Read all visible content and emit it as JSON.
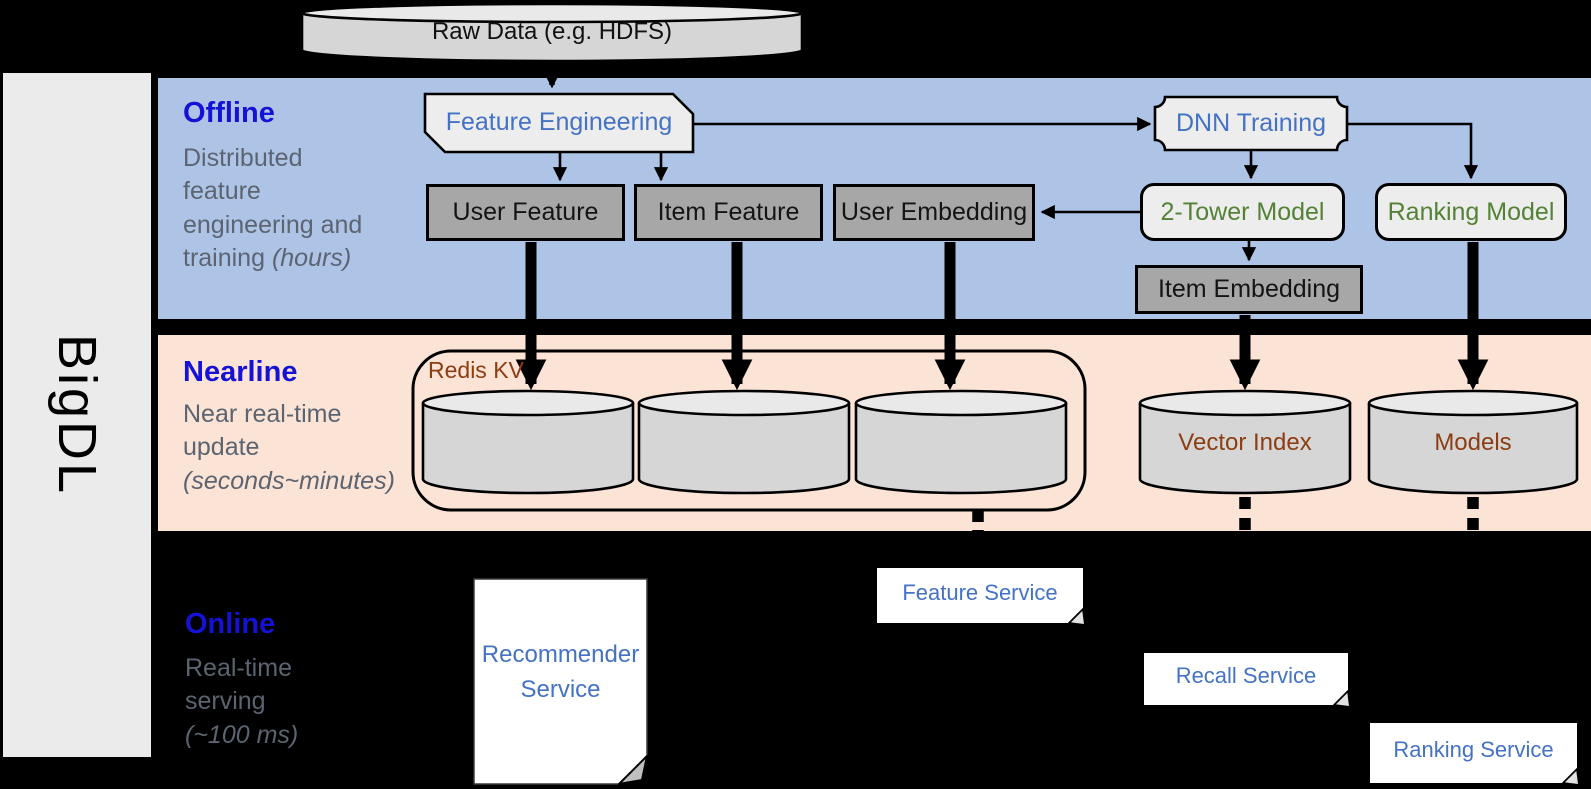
{
  "brand": {
    "name": "BigDL"
  },
  "source": {
    "label": "Raw Data (e.g. HDFS)"
  },
  "sections": {
    "offline": {
      "title": "Offline",
      "desc": "Distributed feature engineering and training",
      "note": "(hours)"
    },
    "nearline": {
      "title": "Nearline",
      "desc": "Near real-time update",
      "note": "(seconds~minutes)"
    },
    "online": {
      "title": "Online",
      "desc": "Real-time serving",
      "note": "(~100 ms)"
    }
  },
  "nodes": {
    "feature_engineering": "Feature Engineering",
    "dnn_training": "DNN Training",
    "user_feature": "User Feature",
    "item_feature": "Item Feature",
    "user_embedding": "User Embedding",
    "two_tower_model": "2-Tower Model",
    "ranking_model": "Ranking Model",
    "item_embedding": "Item Embedding",
    "redis_kv": "Redis KV",
    "vector_index": "Vector Index",
    "models": "Models",
    "recommender_service": "Recommender Service",
    "feature_service": "Feature Service",
    "recall_service": "Recall Service",
    "ranking_service": "Ranking Service"
  },
  "colors": {
    "background": "#000000",
    "sidebar_gray": "#EBEBEB",
    "offline_band": "#AEC4E7",
    "nearline_band": "#FBE3D5",
    "node_gray": "#A7A7A7",
    "node_light": "#EDEDED",
    "cylinder_fill": "#D6D6D6",
    "cylinder_top": "#E9E9E9",
    "accent_blue": "#4472C4",
    "title_blue": "#1512D6",
    "model_green": "#548235",
    "store_brown": "#8C3D12",
    "desc_gray": "#5B6470",
    "white": "#FFFFFF"
  }
}
